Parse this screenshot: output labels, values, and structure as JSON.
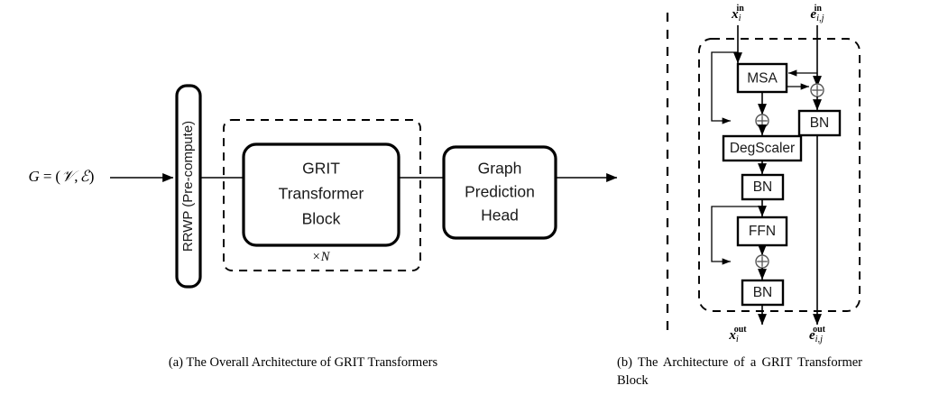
{
  "figure": {
    "panel_a": {
      "input_label": "G = (V, E)",
      "input_label_parts": {
        "g": "G",
        "equals": " = (",
        "v": "V",
        "comma": ", ",
        "e": "E",
        "close": ")"
      },
      "rrwp_box_label": "RRWP (Pre-compute)",
      "grit_block_lines": [
        "GRIT",
        "Transformer",
        "Block"
      ],
      "repeat_label": "×N",
      "repeat_label_parts": {
        "times": "×",
        "n": "N"
      },
      "head_box_lines": [
        "Graph",
        "Prediction",
        "Head"
      ],
      "caption": "(a) The Overall Architecture of GRIT Transformers"
    },
    "panel_b": {
      "input_node_label": {
        "base": "x",
        "sub": "i",
        "sup": "in"
      },
      "input_edge_label": {
        "base": "e",
        "sub": "i,j",
        "sup": "in"
      },
      "output_node_label": {
        "base": "x",
        "sub": "i",
        "sup": "out"
      },
      "output_edge_label": {
        "base": "e",
        "sub": "i,j",
        "sup": "out"
      },
      "blocks": [
        {
          "id": "msa",
          "label": "MSA"
        },
        {
          "id": "degscaler",
          "label": "DegScaler"
        },
        {
          "id": "bn-node-1",
          "label": "BN"
        },
        {
          "id": "ffn",
          "label": "FFN"
        },
        {
          "id": "bn-node-2",
          "label": "BN"
        },
        {
          "id": "bn-edge",
          "label": "BN"
        }
      ],
      "residual_add_symbol": "⊕",
      "add_nodes": [
        {
          "id": "add-node-1"
        },
        {
          "id": "add-node-2"
        },
        {
          "id": "add-edge"
        }
      ],
      "caption": "(b) The Architecture of a GRIT Transformer Block"
    }
  },
  "colors": {
    "stroke": "#000000",
    "text": "#1a1a1a",
    "background": "#ffffff"
  }
}
